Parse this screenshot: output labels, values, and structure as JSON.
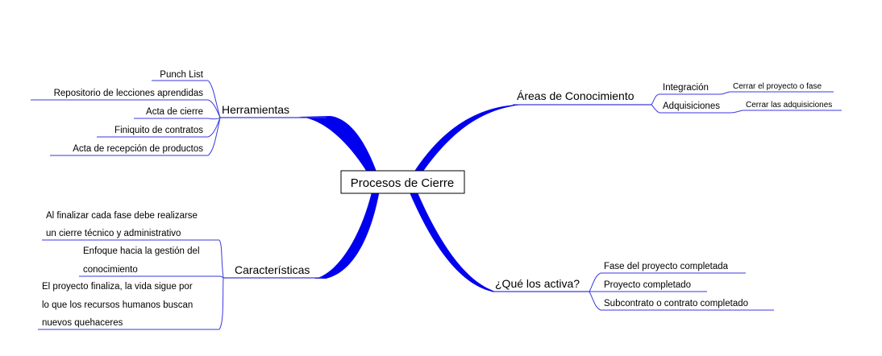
{
  "central": {
    "label": "Procesos de Cierre"
  },
  "colors": {
    "branch": "#0000ee",
    "leaf_line": "#3a3adf",
    "box_border": "#000000"
  },
  "branches": {
    "herramientas": {
      "label": "Herramientas",
      "items": [
        "Punch List",
        "Repositorio de lecciones aprendidas",
        "Acta de cierre",
        "Finiquito de contratos",
        "Acta de recepción de productos"
      ]
    },
    "caracteristicas": {
      "label": "Características",
      "items": [
        {
          "lines": [
            "Al finalizar cada fase debe realizarse",
            "un cierre técnico y administrativo"
          ]
        },
        {
          "lines": [
            "Enfoque hacia la gestión del",
            "conocimiento"
          ]
        },
        {
          "lines": [
            "El proyecto finaliza, la vida sigue por",
            "lo que los recursos humanos buscan",
            "nuevos quehaceres"
          ]
        }
      ]
    },
    "areas": {
      "label": "Áreas de Conocimiento",
      "items": [
        {
          "label": "Integración",
          "child": "Cerrar el proyecto o fase"
        },
        {
          "label": "Adquisiciones",
          "child": "Cerrar las adquisiciones"
        }
      ]
    },
    "activa": {
      "label": "¿Qué los activa?",
      "items": [
        "Fase del proyecto completada",
        "Proyecto completado",
        "Subcontrato o contrato completado"
      ]
    }
  }
}
